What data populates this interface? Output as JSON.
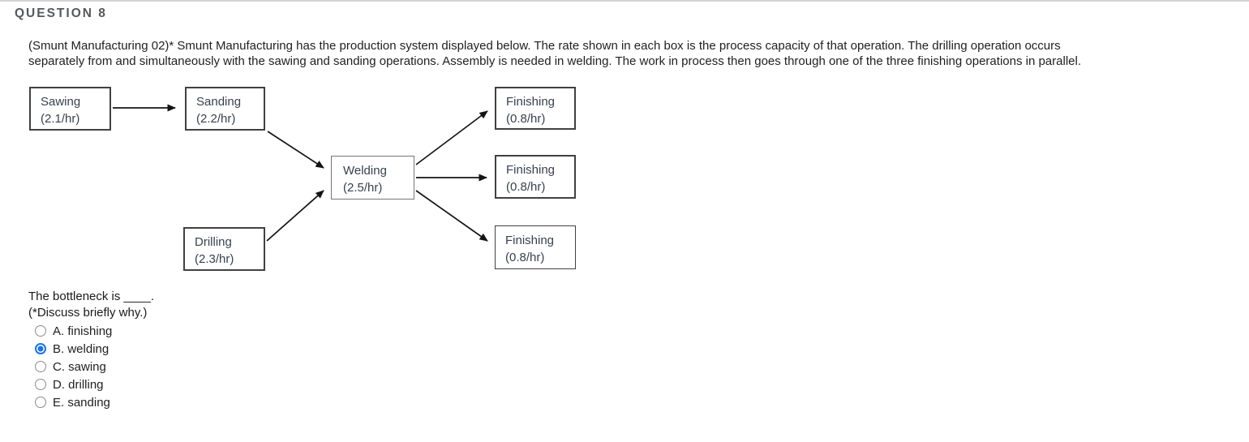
{
  "header": {
    "title": "QUESTION 8"
  },
  "stem": {
    "text": "(Smunt Manufacturing 02)* Smunt Manufacturing has the production system displayed below. The rate shown in each box is the process capacity of that operation. The drilling operation occurs separately from and simultaneously with the sawing and sanding operations. Assembly is needed in welding. The work in process then goes through one of the three finishing operations in parallel."
  },
  "diagram": {
    "boxes": [
      {
        "id": "sawing",
        "label": "Sawing",
        "rate": "(2.1/hr)"
      },
      {
        "id": "sanding",
        "label": "Sanding",
        "rate": "(2.2/hr)"
      },
      {
        "id": "finishing-top",
        "label": "Finishing",
        "rate": "(0.8/hr)"
      },
      {
        "id": "welding",
        "label": "Welding",
        "rate": "(2.5/hr)"
      },
      {
        "id": "finishing-middle",
        "label": "Finishing",
        "rate": "(0.8/hr)"
      },
      {
        "id": "drilling",
        "label": "Drilling",
        "rate": "(2.3/hr)"
      },
      {
        "id": "finishing-bottom",
        "label": "Finishing",
        "rate": "(0.8/hr)"
      }
    ],
    "edges": [
      {
        "from": "sawing",
        "to": "sanding"
      },
      {
        "from": "sanding",
        "to": "welding"
      },
      {
        "from": "drilling",
        "to": "welding"
      },
      {
        "from": "welding",
        "to": "finishing-top"
      },
      {
        "from": "welding",
        "to": "finishing-middle"
      },
      {
        "from": "welding",
        "to": "finishing-bottom"
      }
    ]
  },
  "question": {
    "prompt": "The bottleneck is ____.",
    "note": "(*Discuss briefly why.)",
    "options": [
      {
        "label": "A. finishing",
        "selected": false
      },
      {
        "label": "B. welding",
        "selected": true
      },
      {
        "label": "C. sawing",
        "selected": false
      },
      {
        "label": "D. drilling",
        "selected": false
      },
      {
        "label": "E. sanding",
        "selected": false
      }
    ],
    "selected_option": "B. welding"
  },
  "colors": {
    "radio_selected": "#1a73e8",
    "header_text": "#56585a",
    "body_text": "#1f1f1f",
    "box_text": "#39414f",
    "box_border": "#414141",
    "top_rule": "#d4d4d4"
  }
}
